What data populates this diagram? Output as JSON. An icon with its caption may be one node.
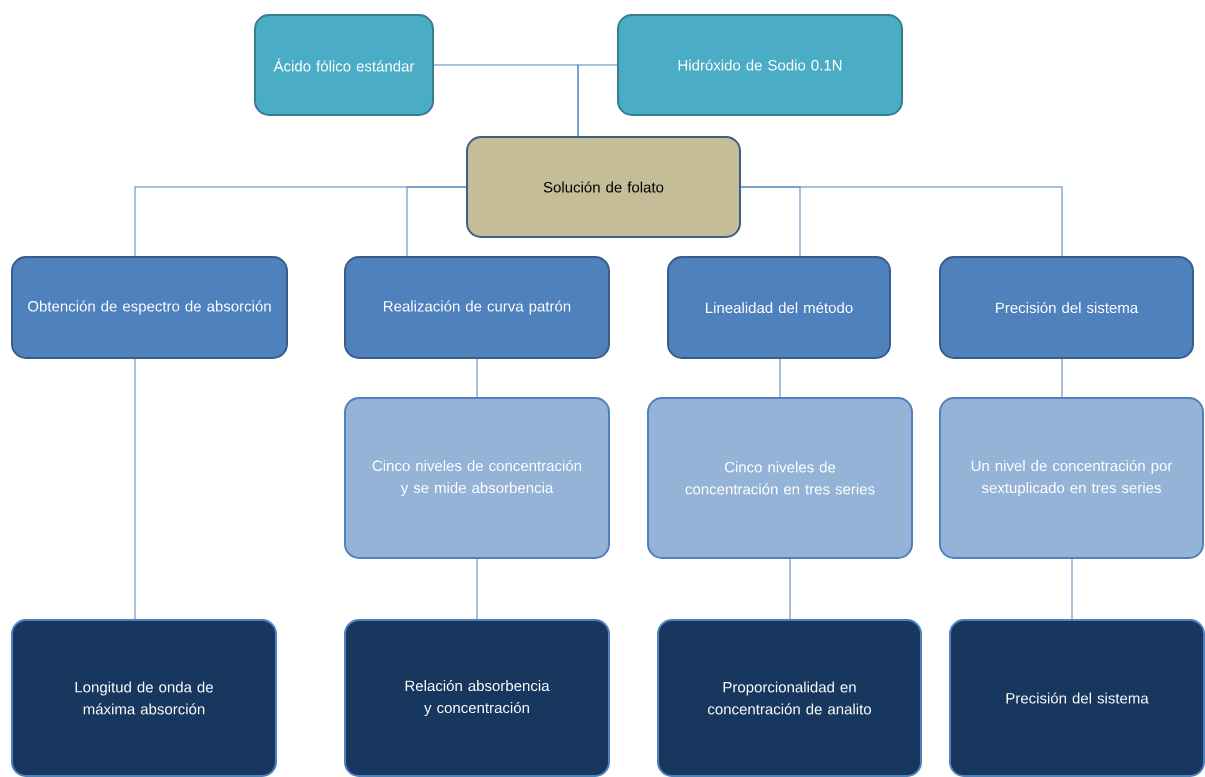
{
  "diagram": {
    "nodes": [
      {
        "text": [
          "Ácido fólico estándar"
        ]
      },
      {
        "text": [
          "Hidróxido de Sodio 0.1N"
        ]
      },
      {
        "text": [
          "Solución de folato"
        ]
      },
      {
        "text": [
          "Obtención de espectro de absorción"
        ]
      },
      {
        "text": [
          "Realización de curva patrón"
        ]
      },
      {
        "text": [
          "Linealidad del método"
        ]
      },
      {
        "text": [
          "Precisión del sistema"
        ]
      },
      {
        "text": [
          "Cinco niveles de concentración y se mide absorbencia"
        ]
      },
      {
        "text": [
          "Cinco niveles de concentración en tres series"
        ]
      },
      {
        "text": [
          "Un nivel de concentración por sextuplicado en tres series"
        ]
      },
      {
        "text": [
          "Longitud de onda de máxima absorción"
        ]
      },
      {
        "text": [
          "Relación absorbencia y concentración"
        ]
      },
      {
        "text": [
          "Proporcionalidad en concentración de analito"
        ]
      },
      {
        "text": [
          "Precisión del sistema"
        ]
      }
    ],
    "edges": [
      {
        "from": 0,
        "to": 2,
        "arrow": "none"
      },
      {
        "from": 1,
        "to": 2,
        "arrow": "none"
      },
      {
        "from": 2,
        "to": 3,
        "arrow": "none"
      },
      {
        "from": 2,
        "to": 4,
        "arrow": "none"
      },
      {
        "from": 2,
        "to": 5,
        "arrow": "none"
      },
      {
        "from": 2,
        "to": 6,
        "arrow": "none"
      },
      {
        "from": 3,
        "to": 10,
        "arrow": "none"
      },
      {
        "from": 4,
        "to": 7,
        "arrow": "none"
      },
      {
        "from": 7,
        "to": 11,
        "arrow": "none"
      },
      {
        "from": 5,
        "to": 8,
        "arrow": "none"
      },
      {
        "from": 8,
        "to": 12,
        "arrow": "none"
      },
      {
        "from": 6,
        "to": 9,
        "arrow": "none"
      },
      {
        "from": 9,
        "to": 13,
        "arrow": "none"
      }
    ]
  }
}
